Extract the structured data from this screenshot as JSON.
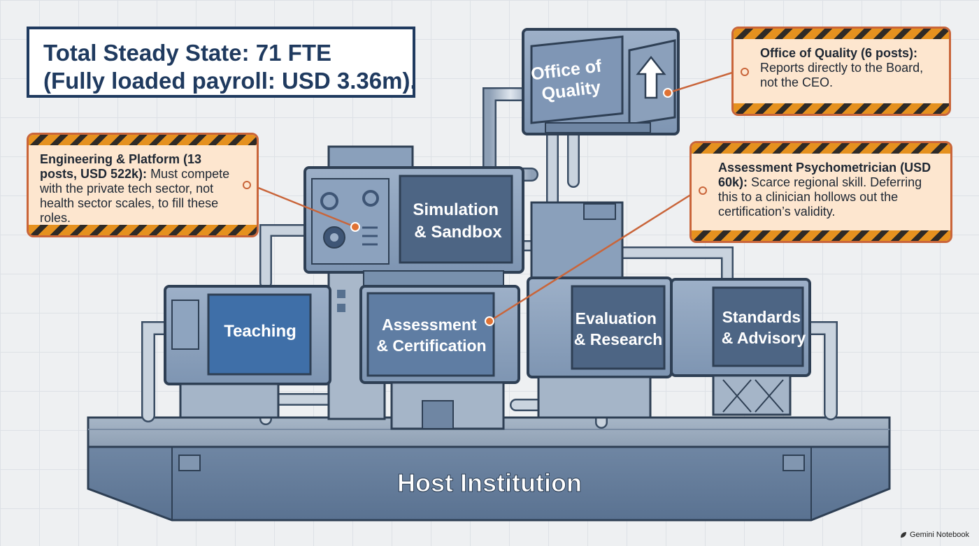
{
  "title": {
    "line1": "Total Steady State: 71 FTE",
    "line2": "(Fully loaded payroll: USD 3.36m)."
  },
  "modules": {
    "office_quality": "Office of\nQuality",
    "simulation": "Simulation\n& Sandbox",
    "teaching": "Teaching",
    "assessment": "Assessment\n& Certification",
    "evaluation": "Evaluation\n& Research",
    "standards": "Standards\n& Advisory",
    "host": "Host Institution"
  },
  "callouts": {
    "quality": {
      "bold": "Office of Quality (6 posts):",
      "text": "Reports directly to the Board, not the CEO."
    },
    "engineering": {
      "bold": "Engineering & Platform (13 posts, USD 522k):",
      "text": "Must compete with the private tech sector, not health sector scales, to fill these roles."
    },
    "psychometrician": {
      "bold": "Assessment Psychometrician (USD 60k):",
      "text": "Scarce regional skill. Deferring this to a clinician hollows out the certification’s validity."
    }
  },
  "brand": "Gemini Notebook",
  "colors": {
    "navy": "#1f3a5f",
    "callout_fill": "#fde6cf",
    "callout_border": "#c9653a",
    "hazard_orange": "#e5911f",
    "module_steel": "#7f97b5",
    "panel_dark": "#4d6584",
    "panel_blue": "#3f6fa8"
  }
}
